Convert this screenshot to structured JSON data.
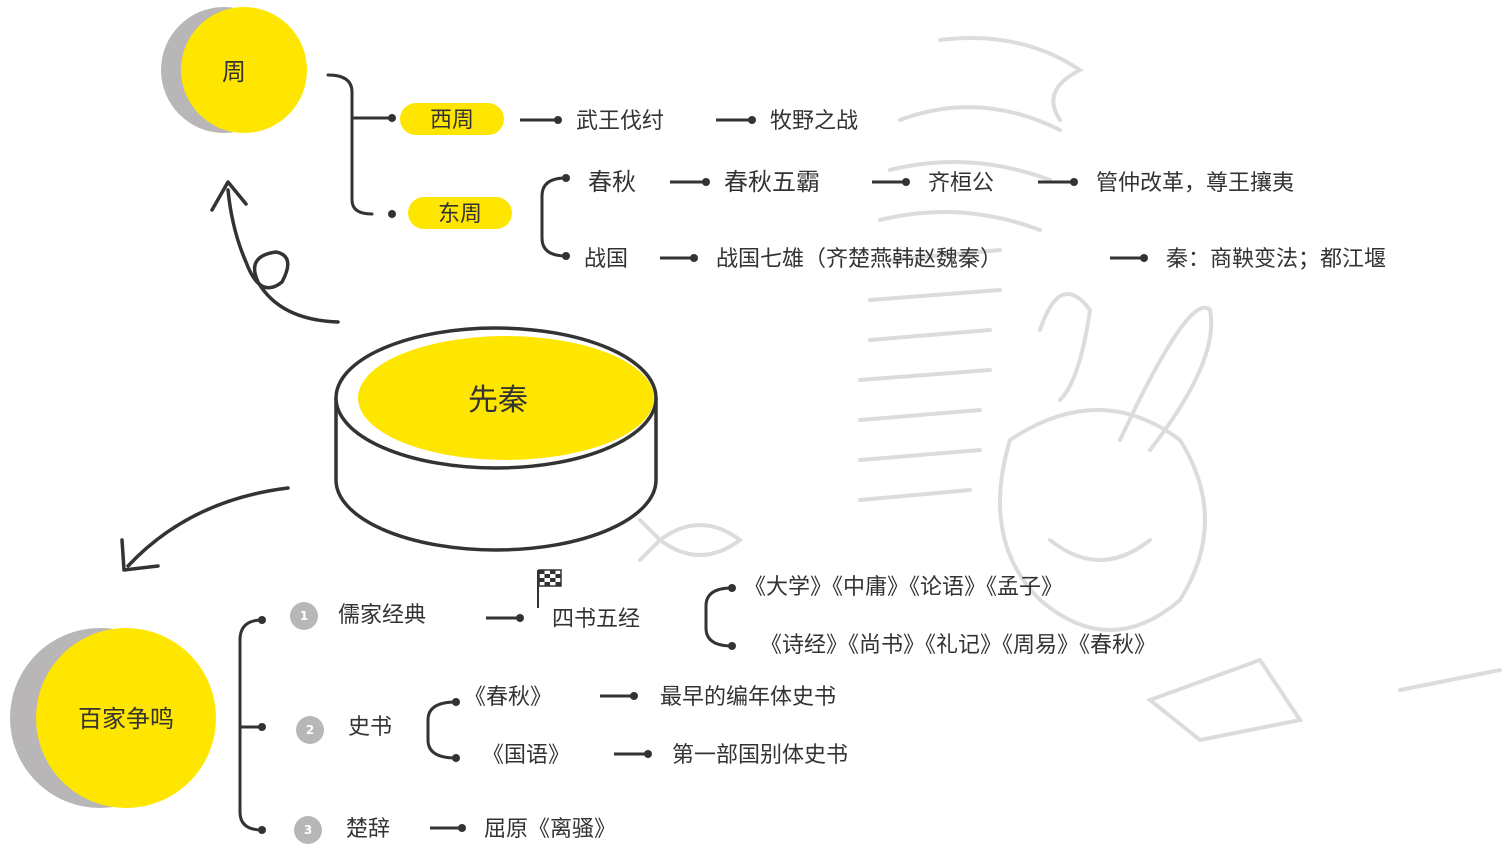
{
  "colors": {
    "accent": "#ffe600",
    "shadow": "#b8b6b6",
    "line": "#333333",
    "watermark": "#d9d9d9"
  },
  "center": {
    "label": "先秦"
  },
  "zhou": {
    "label": "周",
    "west": {
      "tag": "西周",
      "events": [
        "武王伐纣",
        "牧野之战"
      ]
    },
    "east": {
      "tag": "东周",
      "chunqiu": [
        "春秋",
        "春秋五霸",
        "齐桓公",
        "管仲改革，尊王攘夷"
      ],
      "zhanguo": [
        "战国",
        "战国七雄（齐楚燕韩赵魏秦）",
        "秦：商鞅变法；都江堰"
      ]
    }
  },
  "baijia": {
    "label": "百家争鸣",
    "items": [
      {
        "num": "1",
        "label": "儒家经典",
        "sub": "四书五经",
        "details": [
          "《大学》《中庸》《论语》《孟子》",
          "《诗经》《尚书》《礼记》《周易》《春秋》"
        ]
      },
      {
        "num": "2",
        "label": "史书",
        "details": [
          {
            "book": "《春秋》",
            "desc": "最早的编年体史书"
          },
          {
            "book": "《国语》",
            "desc": "第一部国别体史书"
          }
        ]
      },
      {
        "num": "3",
        "label": "楚辞",
        "detail": "屈原《离骚》"
      }
    ]
  }
}
